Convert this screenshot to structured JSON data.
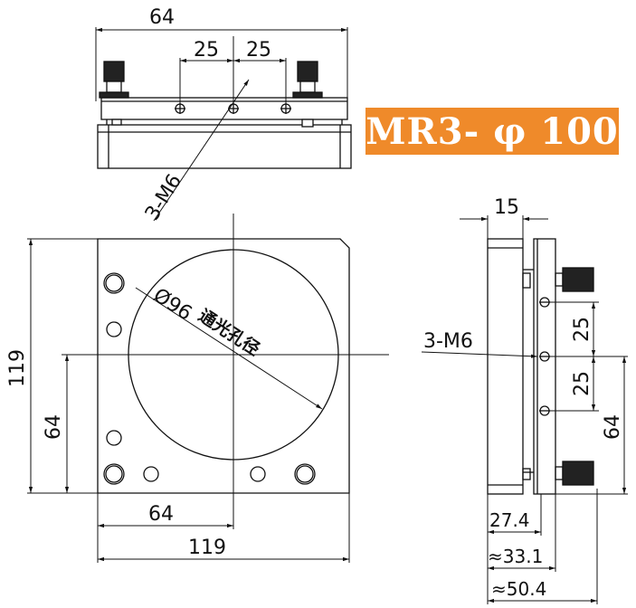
{
  "title": "MR3- φ 100",
  "colors": {
    "accent": "#ef8a2a",
    "line": "#111111"
  },
  "top_view": {
    "width_label": "64",
    "spacing_left": "25",
    "spacing_right": "25",
    "thread_label": "3-M6"
  },
  "front_view": {
    "aperture_label": "Ø96",
    "aperture_caption": "通光孔径",
    "height_label": "119",
    "hole_height_label": "64",
    "hole_width_label": "64",
    "width_label": "119"
  },
  "side_view": {
    "thickness_label": "15",
    "thread_label": "3-M6",
    "spacing_top": "25",
    "spacing_bottom": "25",
    "height_label": "64",
    "depth_1": "27.4",
    "depth_2": "≈33.1",
    "depth_3": "≈50.4"
  }
}
